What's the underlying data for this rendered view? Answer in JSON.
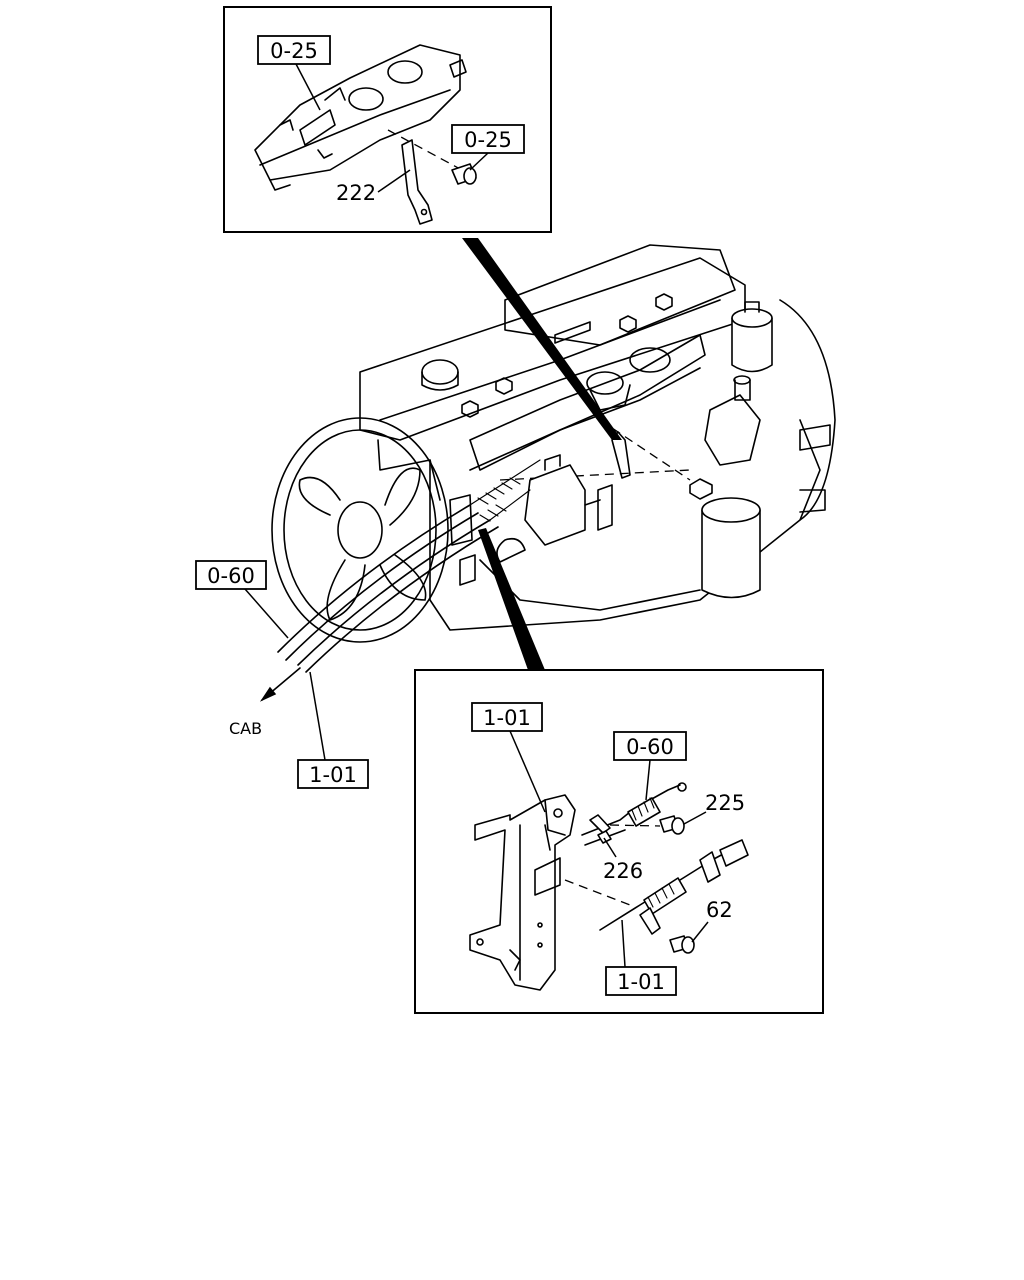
{
  "labels": {
    "top_ref_a": "0-25",
    "top_ref_b": "0-25",
    "top_part_222": "222",
    "main_ref_060": "0-60",
    "main_ref_101": "1-01",
    "cab": "CAB",
    "detail_ref_101_top": "1-01",
    "detail_ref_060": "0-60",
    "detail_part_225": "225",
    "detail_part_226": "226",
    "detail_part_62": "62",
    "detail_ref_101_bottom": "1-01"
  },
  "colors": {
    "line": "#000000",
    "background": "#ffffff"
  }
}
